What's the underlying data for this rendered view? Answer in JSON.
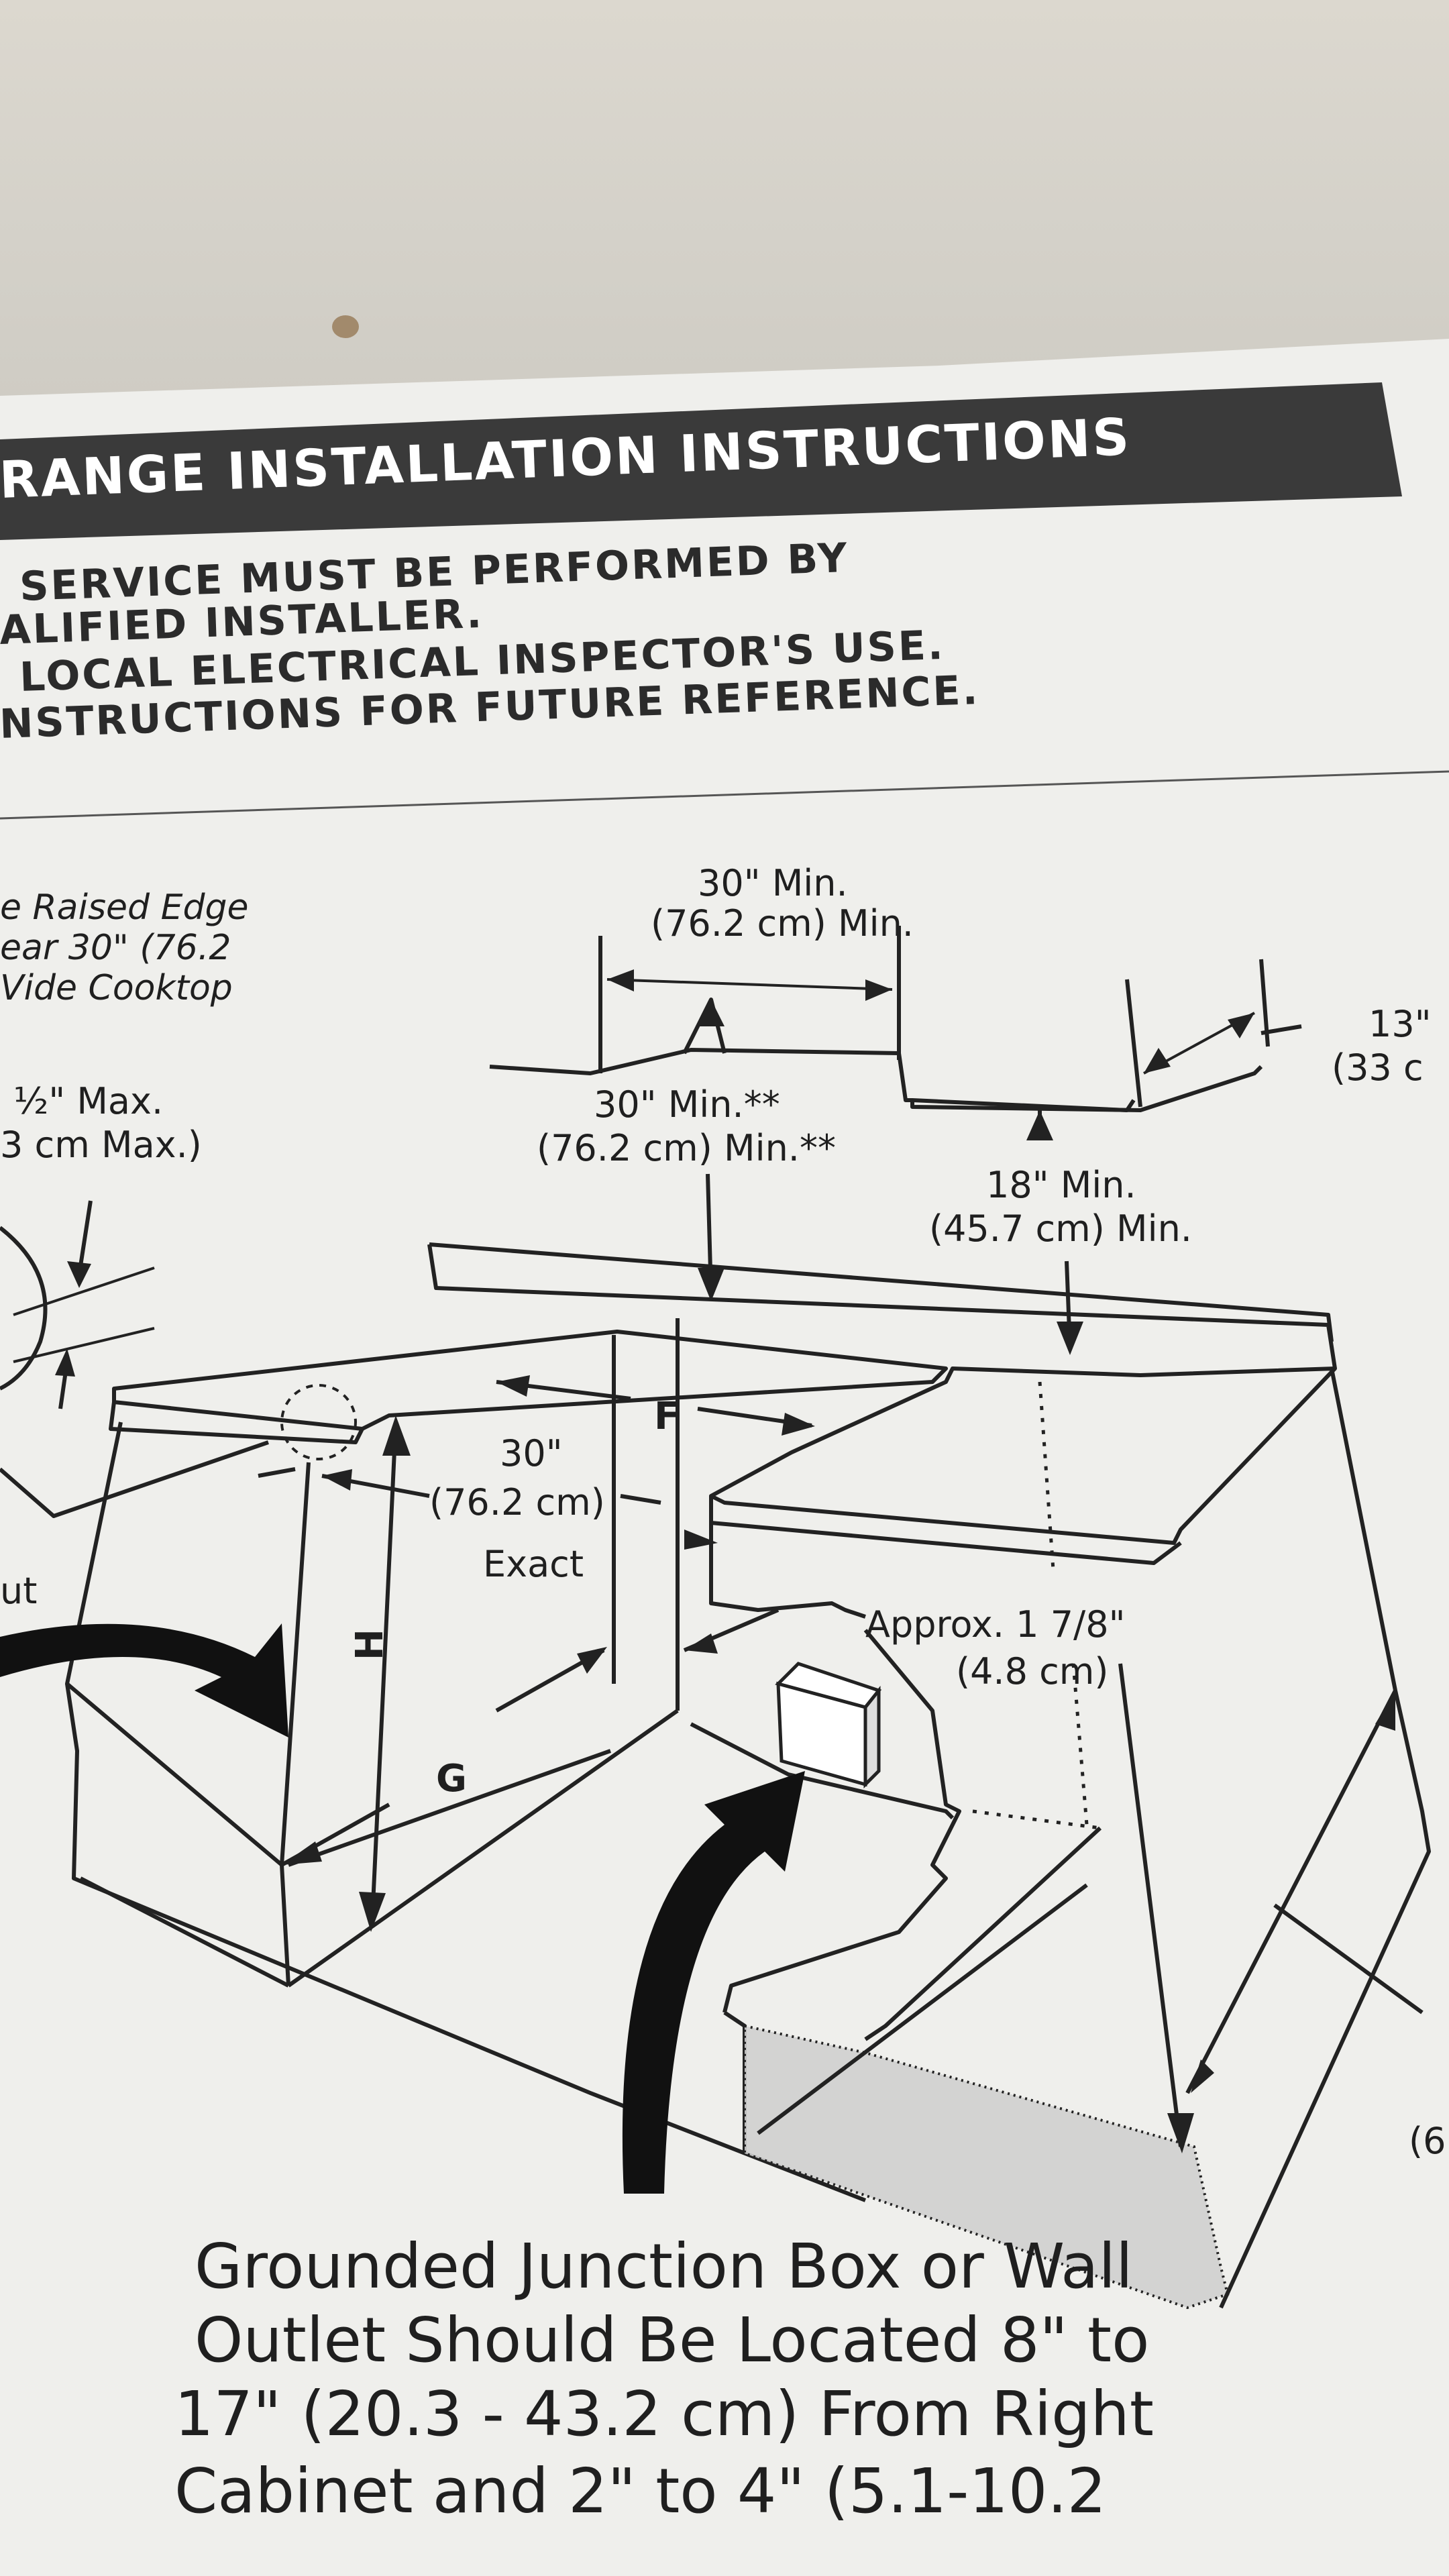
{
  "document": {
    "banner_title": "RANGE INSTALLATION INSTRUCTIONS",
    "warnings": [
      "SERVICE MUST BE PERFORMED BY",
      "ALIFIED INSTALLER.",
      "LOCAL ELECTRICAL INSPECTOR'S USE.",
      "NSTRUCTIONS FOR FUTURE REFERENCE."
    ]
  },
  "diagram": {
    "left_note": [
      "e Raised Edge",
      "ear 30\" (76.2",
      "Vide Cooktop"
    ],
    "half_inch": [
      "½\" Max.",
      "3 cm Max.)"
    ],
    "left_cut": "ut",
    "top_width": [
      "30\" Min.",
      "(76.2 cm) Min."
    ],
    "right_depth": [
      "13\"",
      "(33 c"
    ],
    "upper_height": [
      "30\" Min.**",
      "(76.2 cm) Min.**"
    ],
    "cabinet_height": [
      "18\" Min.",
      "(45.7 cm) Min."
    ],
    "cutout_width": [
      "30\"",
      "(76.2 cm)",
      "Exact"
    ],
    "approx": [
      "Approx. 1 7/8\"",
      "(4.8 cm)"
    ],
    "letters": {
      "f": "F",
      "h": "H",
      "g": "G"
    },
    "right_edge_cut": "(6"
  },
  "caption": [
    "Grounded Junction Box or Wall",
    "Outlet Should Be Located 8\" to",
    "17\" (20.3 - 43.2 cm) From Right",
    "Cabinet and 2\" to 4\" (5.1-10.2"
  ]
}
